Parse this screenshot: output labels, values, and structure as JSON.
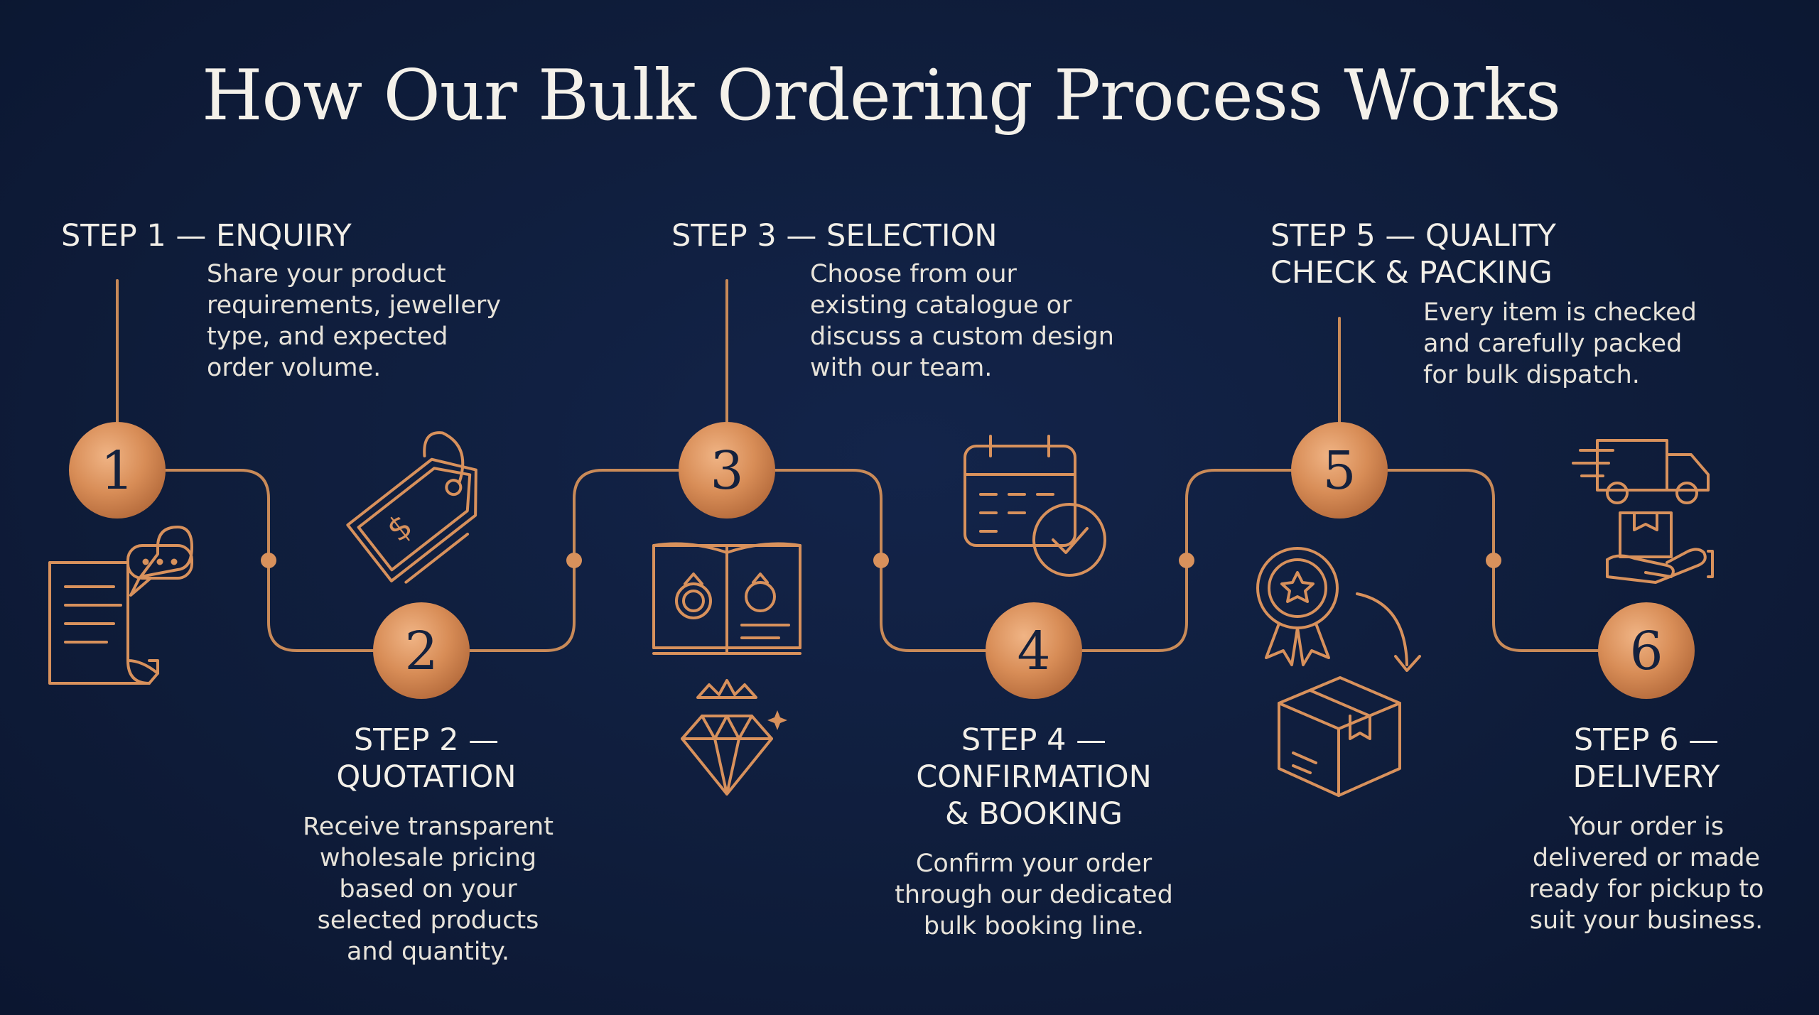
{
  "title": "How Our Bulk Ordering Process Works",
  "colors": {
    "background": "#0f1d3b",
    "accent": "#d8915c",
    "accent_line": "#c98a58",
    "text": "#f2efe8"
  },
  "steps": [
    {
      "number": "1",
      "title": "STEP 1 — ENQUIRY",
      "description": "Share your product\nrequirements, jewellery\ntype, and expected\norder volume.",
      "icons": [
        "document-chat-icon",
        "price-tag-icon"
      ]
    },
    {
      "number": "2",
      "title": "STEP 2 —\nQUOTATION",
      "description": "Receive transparent\nwholesale pricing\nbased on your\nselected products\nand quantity.",
      "icons": []
    },
    {
      "number": "3",
      "title": "STEP 3 — SELECTION",
      "description": "Choose from our\nexisting catalogue or\ndiscuss a custom design\nwith our team.",
      "icons": [
        "catalogue-book-icon",
        "diamond-crown-icon"
      ]
    },
    {
      "number": "4",
      "title": "STEP 4 —\nCONFIRMATION\n& BOOKING",
      "description": "Confirm your order\nthrough our dedicated\nbulk booking line.",
      "icons": [
        "calendar-check-icon"
      ]
    },
    {
      "number": "5",
      "title": "STEP 5 — QUALITY\nCHECK & PACKING",
      "description": "Every item is checked\nand carefully packed\nfor bulk dispatch.",
      "icons": [
        "quality-badge-icon",
        "package-box-icon"
      ]
    },
    {
      "number": "6",
      "title": "STEP 6 —\nDELIVERY",
      "description": "Your order is\ndelivered or made\nready for pickup to\nsuit your business.",
      "icons": [
        "delivery-truck-icon",
        "hand-package-icon"
      ]
    }
  ]
}
